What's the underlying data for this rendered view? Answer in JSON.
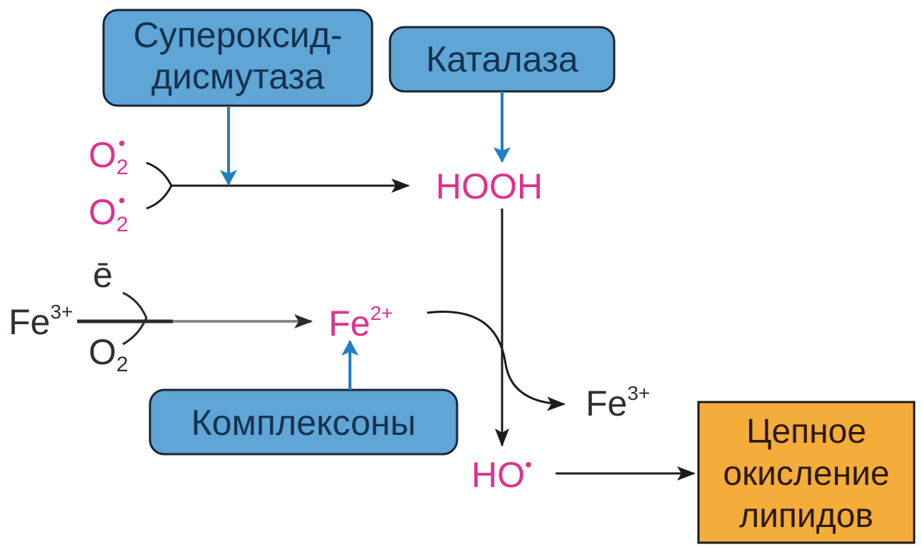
{
  "colors": {
    "enzyme_box_fill": "#5fa5d6",
    "enzyme_box_stroke": "#1b2433",
    "enzyme_text": "#15324f",
    "result_box_fill": "#f4ad3a",
    "result_box_stroke": "#1a1a1a",
    "result_text": "#2b1a06",
    "reactive_species": "#e0308f",
    "plain_species": "#2d3133",
    "reaction_arrow": "#1c1c1c",
    "inhibition_arrow": "#1f7ec4",
    "iron_arrow": "#8a8a8a"
  },
  "enzymes": {
    "sod": {
      "line1": "Супероксид-",
      "line2": "дисмутаза"
    },
    "catalase": {
      "label": "Каталаза"
    },
    "chelators": {
      "label": "Комплексоны"
    }
  },
  "species": {
    "superoxide_top": {
      "base": "O",
      "sub": "2",
      "sup": "•"
    },
    "superoxide_bottom": {
      "base": "O",
      "sub": "2",
      "sup": "•"
    },
    "hydrogen_peroxide": {
      "label": "HOOH"
    },
    "electron": {
      "label": "ē"
    },
    "ferric_left": {
      "base": "Fe",
      "sup": "3+"
    },
    "oxygen": {
      "base": "O",
      "sub": "2"
    },
    "ferrous": {
      "base": "Fe",
      "sup": "2+"
    },
    "ferric_right": {
      "base": "Fe",
      "sup": "3+"
    },
    "hydroxyl_radical": {
      "base": "HO",
      "sup": "•"
    }
  },
  "result": {
    "line1": "Цепное",
    "line2": "окисление",
    "line3": "липидов"
  }
}
